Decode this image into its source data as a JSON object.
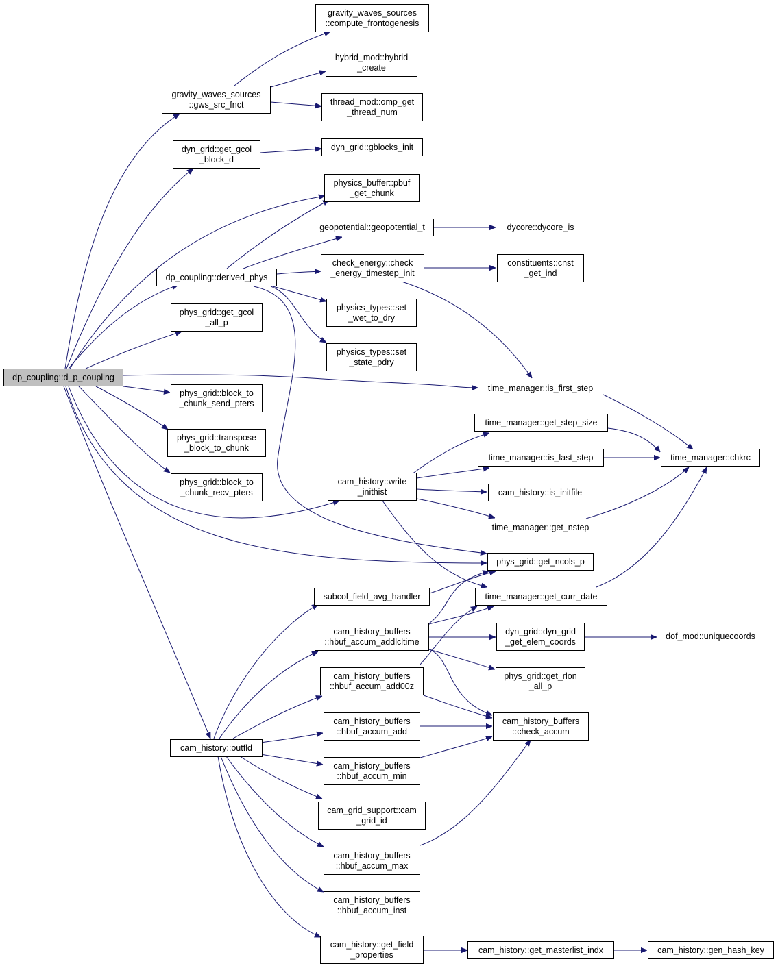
{
  "colors": {
    "edge": "#191970",
    "root_fill": "#bfbfbf",
    "node_fill": "#ffffff",
    "node_border": "#000000"
  },
  "nodes": {
    "d_p_coupling": {
      "lines": [
        "dp_coupling::d_p_coupling"
      ]
    },
    "gws_src_fnct": {
      "lines": [
        "gravity_waves_sources",
        "::gws_src_fnct"
      ]
    },
    "compute_frontogenesis": {
      "lines": [
        "gravity_waves_sources",
        "::compute_frontogenesis"
      ]
    },
    "hybrid_create": {
      "lines": [
        "hybrid_mod::hybrid",
        "_create"
      ]
    },
    "omp_get_thread_num": {
      "lines": [
        "thread_mod::omp_get",
        "_thread_num"
      ]
    },
    "get_gcol_block_d": {
      "lines": [
        "dyn_grid::get_gcol",
        "_block_d"
      ]
    },
    "gblocks_init": {
      "lines": [
        "dyn_grid::gblocks_init"
      ]
    },
    "pbuf_get_chunk": {
      "lines": [
        "physics_buffer::pbuf",
        "_get_chunk"
      ]
    },
    "geopotential_t": {
      "lines": [
        "geopotential::geopotential_t"
      ]
    },
    "dycore_is": {
      "lines": [
        "dycore::dycore_is"
      ]
    },
    "derived_phys": {
      "lines": [
        "dp_coupling::derived_phys"
      ]
    },
    "check_energy_timestep_init": {
      "lines": [
        "check_energy::check",
        "_energy_timestep_init"
      ]
    },
    "cnst_get_ind": {
      "lines": [
        "constituents::cnst",
        "_get_ind"
      ]
    },
    "get_gcol_all_p": {
      "lines": [
        "phys_grid::get_gcol",
        "_all_p"
      ]
    },
    "set_wet_to_dry": {
      "lines": [
        "physics_types::set",
        "_wet_to_dry"
      ]
    },
    "set_state_pdry": {
      "lines": [
        "physics_types::set",
        "_state_pdry"
      ]
    },
    "is_first_step": {
      "lines": [
        "time_manager::is_first_step"
      ]
    },
    "block_to_chunk_send_pters": {
      "lines": [
        "phys_grid::block_to",
        "_chunk_send_pters"
      ]
    },
    "get_step_size": {
      "lines": [
        "time_manager::get_step_size"
      ]
    },
    "transpose_block_to_chunk": {
      "lines": [
        "phys_grid::transpose",
        "_block_to_chunk"
      ]
    },
    "is_last_step": {
      "lines": [
        "time_manager::is_last_step"
      ]
    },
    "chkrc": {
      "lines": [
        "time_manager::chkrc"
      ]
    },
    "block_to_chunk_recv_pters": {
      "lines": [
        "phys_grid::block_to",
        "_chunk_recv_pters"
      ]
    },
    "write_inithist": {
      "lines": [
        "cam_history::write",
        "_inithist"
      ]
    },
    "is_initfile": {
      "lines": [
        "cam_history::is_initfile"
      ]
    },
    "get_nstep": {
      "lines": [
        "time_manager::get_nstep"
      ]
    },
    "get_ncols_p": {
      "lines": [
        "phys_grid::get_ncols_p"
      ]
    },
    "subcol_field_avg_handler": {
      "lines": [
        "subcol_field_avg_handler"
      ]
    },
    "get_curr_date": {
      "lines": [
        "time_manager::get_curr_date"
      ]
    },
    "hbuf_accum_addlcltime": {
      "lines": [
        "cam_history_buffers",
        "::hbuf_accum_addlcltime"
      ]
    },
    "dyn_grid_get_elem_coords": {
      "lines": [
        "dyn_grid::dyn_grid",
        "_get_elem_coords"
      ]
    },
    "uniquecoords": {
      "lines": [
        "dof_mod::uniquecoords"
      ]
    },
    "hbuf_accum_add00z": {
      "lines": [
        "cam_history_buffers",
        "::hbuf_accum_add00z"
      ]
    },
    "get_rlon_all_p": {
      "lines": [
        "phys_grid::get_rlon",
        "_all_p"
      ]
    },
    "hbuf_accum_add": {
      "lines": [
        "cam_history_buffers",
        "::hbuf_accum_add"
      ]
    },
    "check_accum": {
      "lines": [
        "cam_history_buffers",
        "::check_accum"
      ]
    },
    "outfld": {
      "lines": [
        "cam_history::outfld"
      ]
    },
    "hbuf_accum_min": {
      "lines": [
        "cam_history_buffers",
        "::hbuf_accum_min"
      ]
    },
    "cam_grid_id": {
      "lines": [
        "cam_grid_support::cam",
        "_grid_id"
      ]
    },
    "hbuf_accum_max": {
      "lines": [
        "cam_history_buffers",
        "::hbuf_accum_max"
      ]
    },
    "hbuf_accum_inst": {
      "lines": [
        "cam_history_buffers",
        "::hbuf_accum_inst"
      ]
    },
    "get_field_properties": {
      "lines": [
        "cam_history::get_field",
        "_properties"
      ]
    },
    "get_masterlist_indx": {
      "lines": [
        "cam_history::get_masterlist_indx"
      ]
    },
    "gen_hash_key": {
      "lines": [
        "cam_history::gen_hash_key"
      ]
    }
  },
  "edges": [
    [
      "d_p_coupling",
      "gws_src_fnct"
    ],
    [
      "d_p_coupling",
      "get_gcol_block_d"
    ],
    [
      "d_p_coupling",
      "derived_phys"
    ],
    [
      "d_p_coupling",
      "get_gcol_all_p"
    ],
    [
      "d_p_coupling",
      "is_first_step"
    ],
    [
      "d_p_coupling",
      "block_to_chunk_send_pters"
    ],
    [
      "d_p_coupling",
      "transpose_block_to_chunk"
    ],
    [
      "d_p_coupling",
      "block_to_chunk_recv_pters"
    ],
    [
      "d_p_coupling",
      "write_inithist"
    ],
    [
      "d_p_coupling",
      "get_ncols_p"
    ],
    [
      "d_p_coupling",
      "outfld"
    ],
    [
      "d_p_coupling",
      "pbuf_get_chunk"
    ],
    [
      "gws_src_fnct",
      "compute_frontogenesis"
    ],
    [
      "gws_src_fnct",
      "hybrid_create"
    ],
    [
      "gws_src_fnct",
      "omp_get_thread_num"
    ],
    [
      "get_gcol_block_d",
      "gblocks_init"
    ],
    [
      "derived_phys",
      "pbuf_get_chunk"
    ],
    [
      "derived_phys",
      "geopotential_t"
    ],
    [
      "derived_phys",
      "check_energy_timestep_init"
    ],
    [
      "derived_phys",
      "set_wet_to_dry"
    ],
    [
      "derived_phys",
      "set_state_pdry"
    ],
    [
      "derived_phys",
      "get_ncols_p"
    ],
    [
      "geopotential_t",
      "dycore_is"
    ],
    [
      "check_energy_timestep_init",
      "cnst_get_ind"
    ],
    [
      "check_energy_timestep_init",
      "is_first_step"
    ],
    [
      "is_first_step",
      "chkrc"
    ],
    [
      "get_step_size",
      "chkrc"
    ],
    [
      "is_last_step",
      "chkrc"
    ],
    [
      "get_nstep",
      "chkrc"
    ],
    [
      "get_curr_date",
      "chkrc"
    ],
    [
      "write_inithist",
      "get_step_size"
    ],
    [
      "write_inithist",
      "is_last_step"
    ],
    [
      "write_inithist",
      "is_initfile"
    ],
    [
      "write_inithist",
      "get_nstep"
    ],
    [
      "write_inithist",
      "get_curr_date"
    ],
    [
      "subcol_field_avg_handler",
      "get_ncols_p"
    ],
    [
      "hbuf_accum_addlcltime",
      "get_ncols_p"
    ],
    [
      "hbuf_accum_addlcltime",
      "get_curr_date"
    ],
    [
      "hbuf_accum_addlcltime",
      "dyn_grid_get_elem_coords"
    ],
    [
      "hbuf_accum_addlcltime",
      "get_rlon_all_p"
    ],
    [
      "hbuf_accum_addlcltime",
      "check_accum"
    ],
    [
      "hbuf_accum_add00z",
      "get_curr_date"
    ],
    [
      "hbuf_accum_add00z",
      "check_accum"
    ],
    [
      "hbuf_accum_add",
      "check_accum"
    ],
    [
      "hbuf_accum_min",
      "check_accum"
    ],
    [
      "hbuf_accum_max",
      "check_accum"
    ],
    [
      "dyn_grid_get_elem_coords",
      "uniquecoords"
    ],
    [
      "outfld",
      "subcol_field_avg_handler"
    ],
    [
      "outfld",
      "hbuf_accum_addlcltime"
    ],
    [
      "outfld",
      "hbuf_accum_add00z"
    ],
    [
      "outfld",
      "hbuf_accum_add"
    ],
    [
      "outfld",
      "hbuf_accum_min"
    ],
    [
      "outfld",
      "cam_grid_id"
    ],
    [
      "outfld",
      "hbuf_accum_max"
    ],
    [
      "outfld",
      "hbuf_accum_inst"
    ],
    [
      "outfld",
      "get_field_properties"
    ],
    [
      "get_field_properties",
      "get_masterlist_indx"
    ],
    [
      "get_masterlist_indx",
      "gen_hash_key"
    ]
  ]
}
